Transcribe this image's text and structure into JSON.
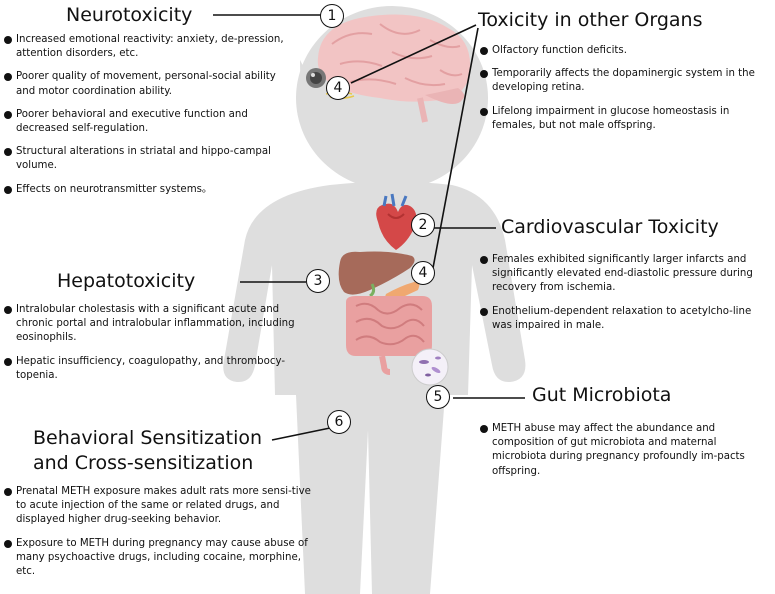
{
  "sections": {
    "neurotoxicity": {
      "title": "Neurotoxicity",
      "number": "1",
      "bullets": [
        "Increased emotional reactivity: anxiety, de-pression, attention disorders, etc.",
        "Poorer quality of movement, personal-social ability and motor coordination ability.",
        "Poorer behavioral and executive function and decreased self-regulation.",
        "Structural alterations in striatal and hippo-campal volume.",
        "Effects on neurotransmitter systems。"
      ]
    },
    "other_organs": {
      "title": "Toxicity in other Organs",
      "number": "4",
      "bullets": [
        "Olfactory function deficits.",
        "Temporarily affects the dopaminergic system in the developing retina.",
        "Lifelong impairment in glucose homeostasis in females, but not male offspring."
      ]
    },
    "cardiovascular": {
      "title": "Cardiovascular Toxicity",
      "number": "2",
      "bullets": [
        "Females exhibited significantly larger infarcts and significantly elevated end-diastolic pressure during recovery from ischemia.",
        "Enothelium-dependent relaxation to acetylcho-line was impaired in male."
      ]
    },
    "hepatotoxicity": {
      "title": "Hepatotoxicity",
      "number": "3",
      "bullets": [
        "Intralobular cholestasis with a significant acute and chronic portal and intralobular inflammation, including eosinophils.",
        "Hepatic insufficiency, coagulopathy, and thrombocy-topenia."
      ]
    },
    "gut": {
      "title": "Gut Microbiota",
      "number": "5",
      "bullets": [
        "METH abuse may affect the abundance and composition of gut microbiota and maternal microbiota during pregnancy profoundly im-pacts offspring."
      ]
    },
    "behavioral": {
      "title_line1": "Behavioral Sensitization",
      "title_line2": "and Cross-sensitization",
      "number": "6",
      "bullets": [
        "Prenatal METH exposure makes adult rats more sensi-tive to acute injection of the same or related drugs, and displayed higher drug-seeking behavior.",
        "Exposure to METH during pregnancy may cause abuse of many psychoactive drugs, including cocaine, morphine, etc."
      ]
    }
  },
  "colors": {
    "silhouette": "#dedede",
    "brain": "#f2c4c4",
    "brain_fold": "#e3a0a2",
    "liver": "#a66a5a",
    "pancreas": "#f0a870",
    "intestine": "#e9a0a0",
    "heart": "#d44848",
    "line": "#111111"
  }
}
